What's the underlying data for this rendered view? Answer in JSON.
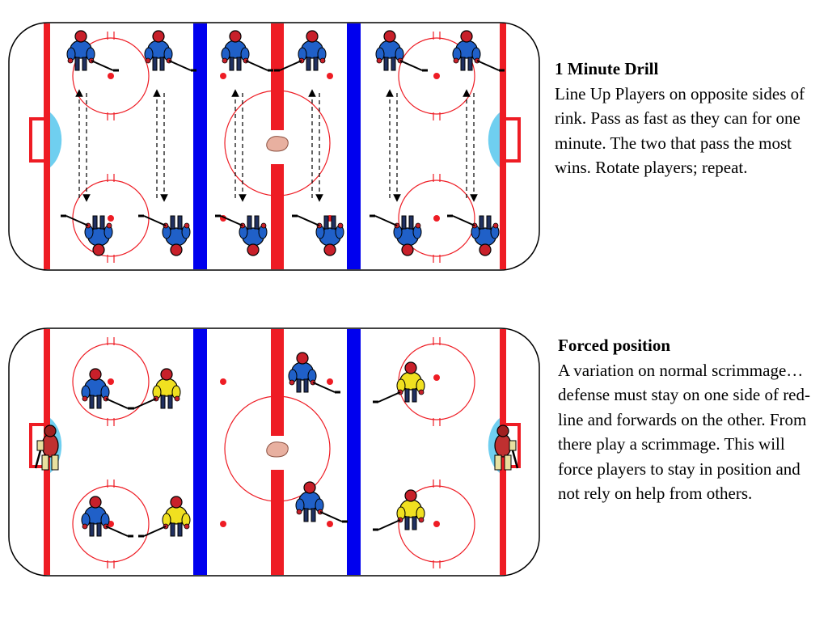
{
  "drills": [
    {
      "title": "1 Minute Drill",
      "description": "Line Up Players on opposite sides of rink.  Pass as fast as they can for one minute.  The two that pass the most wins.  Rotate players; repeat."
    },
    {
      "title": "Forced position",
      "description": "A variation on normal scrimmage…defense must stay on one side of red-line and forwards on the other.  From there play a scrimmage.  This will force players to stay in position and not rely on help from others."
    }
  ],
  "colors": {
    "red_line": "#ee1c24",
    "blue_line": "#0000ee",
    "crease": "#6fcff0",
    "team_blue": "#2060c8",
    "team_yellow": "#f0e020",
    "goalie": "#c03030",
    "puck_logo": "#e8b0a0"
  },
  "icons": [
    "hockey-player-icon",
    "goalie-icon",
    "puck-logo-icon",
    "pass-arrow-icon"
  ]
}
